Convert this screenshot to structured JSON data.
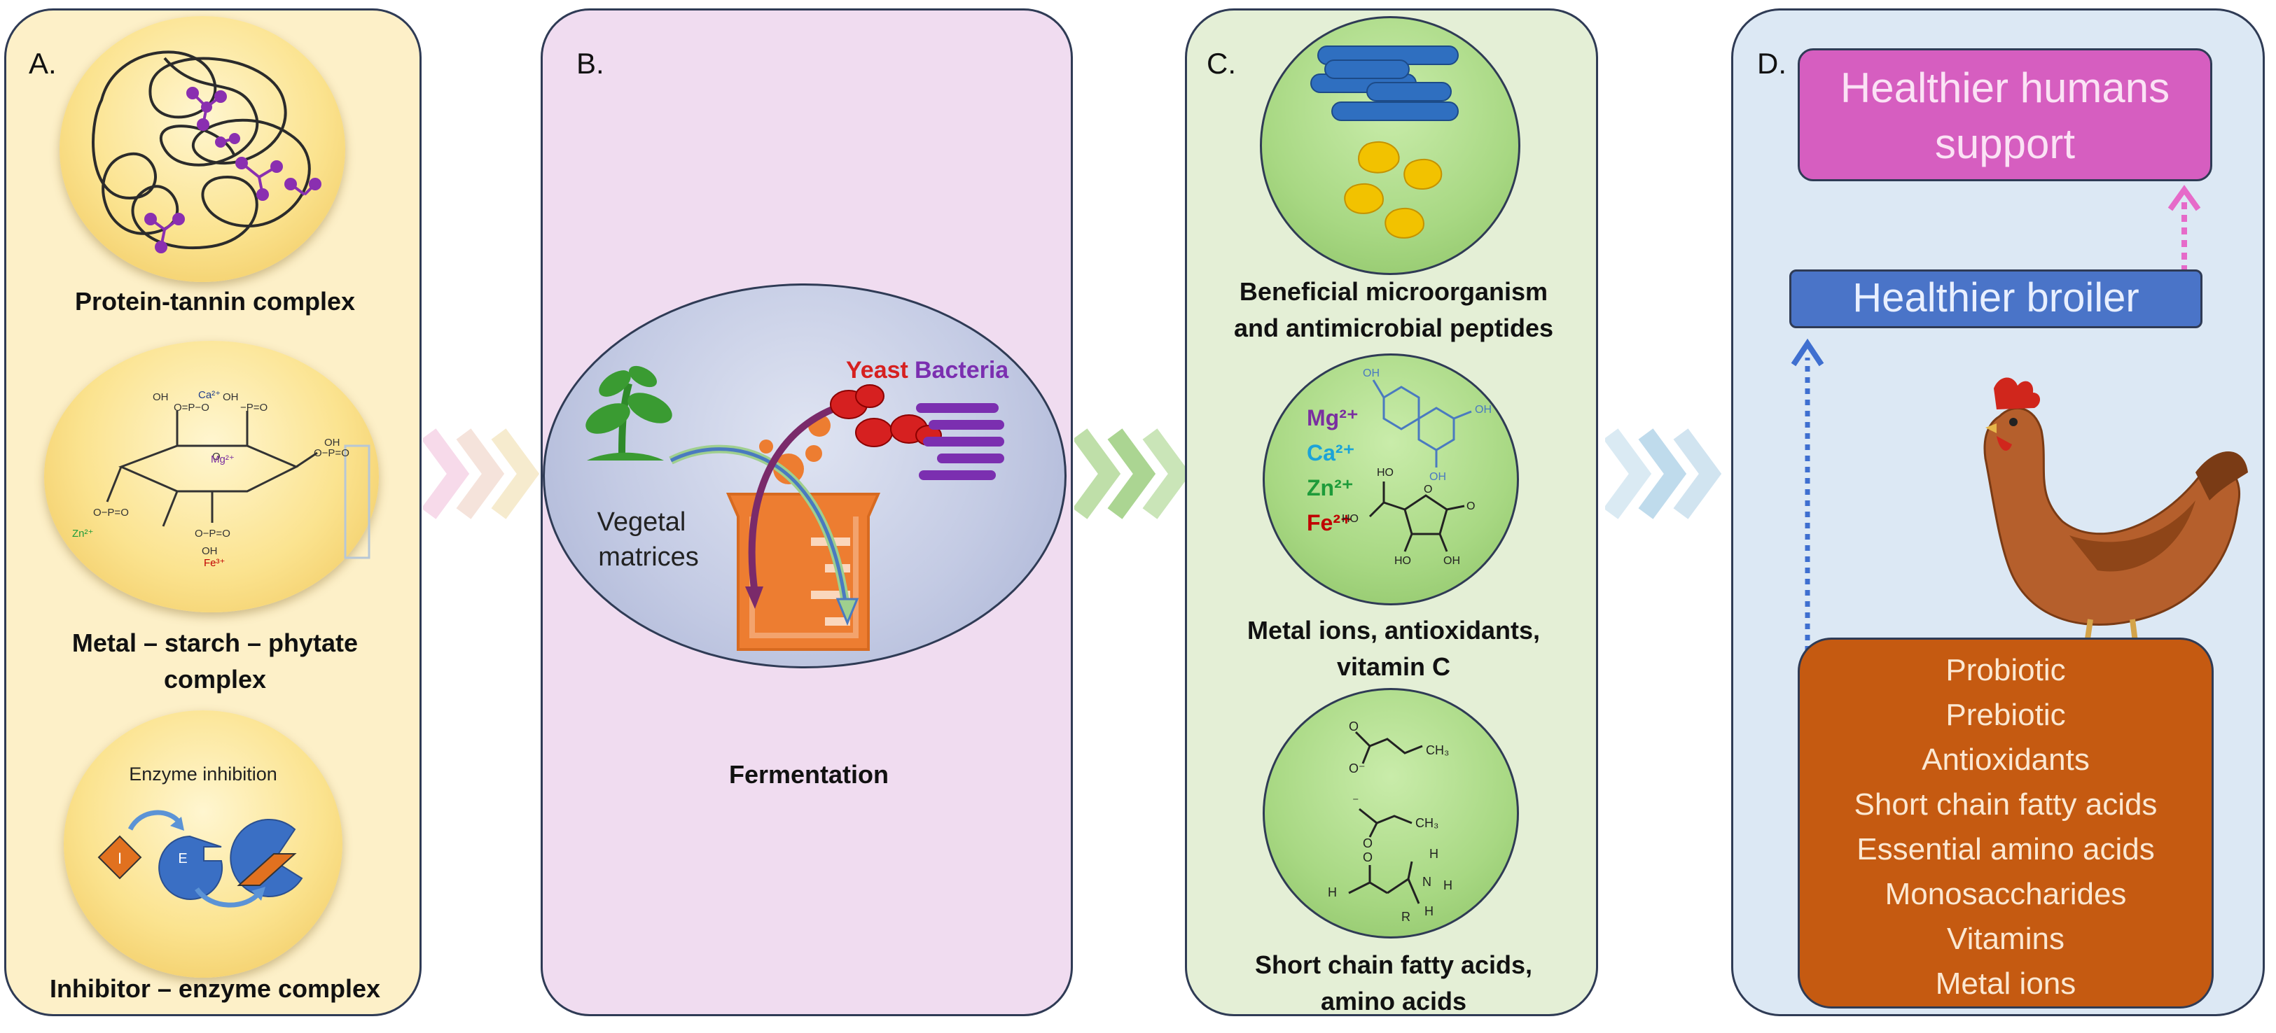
{
  "panels": {
    "a": {
      "letter": "A.",
      "items": [
        {
          "caption": "Protein-tannin complex"
        },
        {
          "caption_line1": "Metal – starch – phytate",
          "caption_line2": "complex"
        },
        {
          "caption": "Inhibitor – enzyme complex",
          "inner_title": "Enzyme inhibition",
          "inhibitor_label": "I",
          "enzyme_label": "E"
        }
      ]
    },
    "b": {
      "letter": "B.",
      "caption": "Fermentation",
      "vegetal_line1": "Vegetal",
      "vegetal_line2": "matrices",
      "yeast_label": "Yeast",
      "bacteria_label": "Bacteria"
    },
    "c": {
      "letter": "C.",
      "items": [
        {
          "caption_line1": "Beneficial microorganism",
          "caption_line2": "and antimicrobial peptides"
        },
        {
          "caption_line1": "Metal ions, antioxidants,",
          "caption_line2": "vitamin C",
          "ions": [
            "Mg²⁺",
            "Ca²⁺",
            "Zn²⁺",
            "Fe²⁺"
          ]
        },
        {
          "caption_line1": "Short chain fatty acids,",
          "caption_line2": "amino acids"
        }
      ]
    },
    "d": {
      "letter": "D.",
      "humans_line1": "Healthier humans",
      "humans_line2": "support",
      "broiler": "Healthier broiler",
      "benefits": [
        "Probiotic",
        "Prebiotic",
        "Antioxidants",
        "Short chain fatty acids",
        "Essential amino acids",
        "Monosaccharides",
        "Vitamins",
        "Metal ions"
      ]
    }
  },
  "colors": {
    "panel_a": "#fdf0c8",
    "panel_b": "#f0dcf0",
    "panel_c": "#e4efd6",
    "panel_d": "#dce8f4",
    "humans_box": "#d65ec0",
    "broiler_box": "#4a74c8",
    "benefits_box": "#c55a11",
    "yeast": "#d62020",
    "bacteria": "#7b2fb0",
    "ion_mg": "#7a2fa0",
    "ion_ca": "#1ba3d8",
    "ion_zn": "#1e9b3a",
    "ion_fe": "#c00000"
  },
  "icons": [
    "chevron-arrows-icon",
    "plant-icon",
    "beaker-icon",
    "yeast-icon",
    "bacteria-icon",
    "chicken-icon"
  ]
}
